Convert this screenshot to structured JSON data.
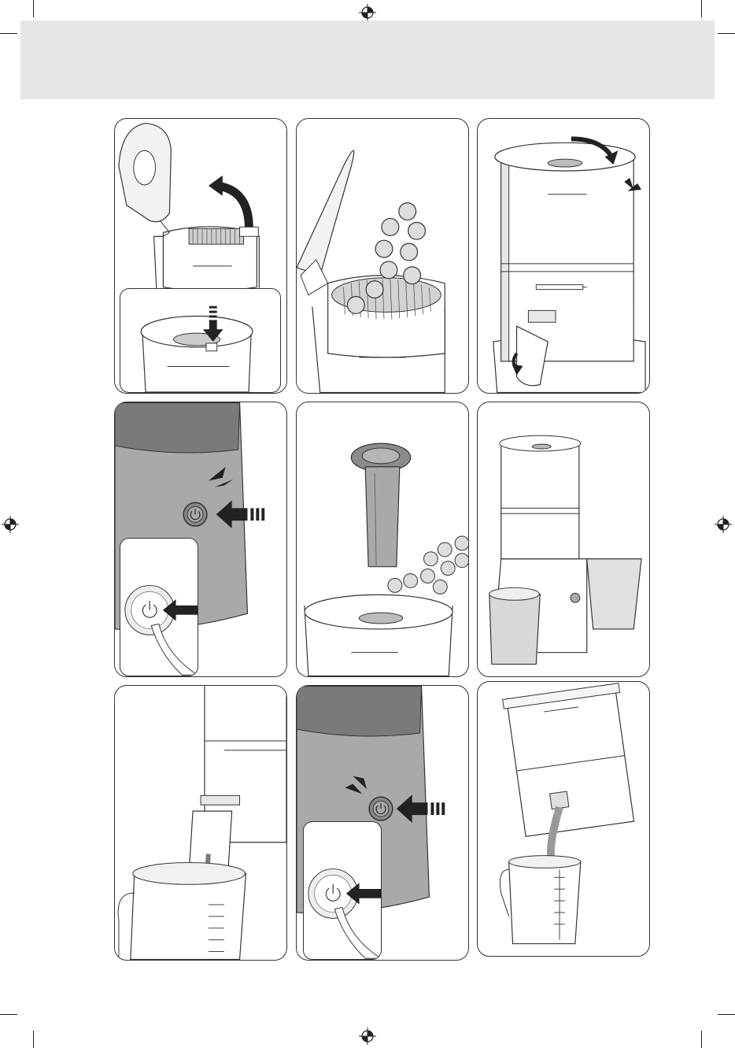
{
  "document": {
    "header_band": "",
    "panel_count": 9,
    "steps": [
      {
        "id": 1,
        "label": "",
        "scene": "open-lid-and-press-lock"
      },
      {
        "id": 2,
        "label": "",
        "scene": "insert-ingredients"
      },
      {
        "id": 3,
        "label": "",
        "scene": "close-lid-and-set-spout"
      },
      {
        "id": 4,
        "label": "",
        "scene": "press-power-button"
      },
      {
        "id": 5,
        "label": "",
        "scene": "use-pusher-add-ingredients"
      },
      {
        "id": 6,
        "label": "",
        "scene": "assembled-juicer-with-containers"
      },
      {
        "id": 7,
        "label": "",
        "scene": "pour-juice-into-jug"
      },
      {
        "id": 8,
        "label": "",
        "scene": "press-power-button-again"
      },
      {
        "id": 9,
        "label": "",
        "scene": "tilt-and-empty-into-jug"
      }
    ],
    "icons": [
      "power-icon",
      "arrow-icon",
      "registration-mark-icon"
    ],
    "colors": {
      "outline": "#333333",
      "body_gray": "#a9a9a9",
      "dark_gray": "#7a7a7a",
      "band_gray": "#e6e6e6"
    }
  }
}
